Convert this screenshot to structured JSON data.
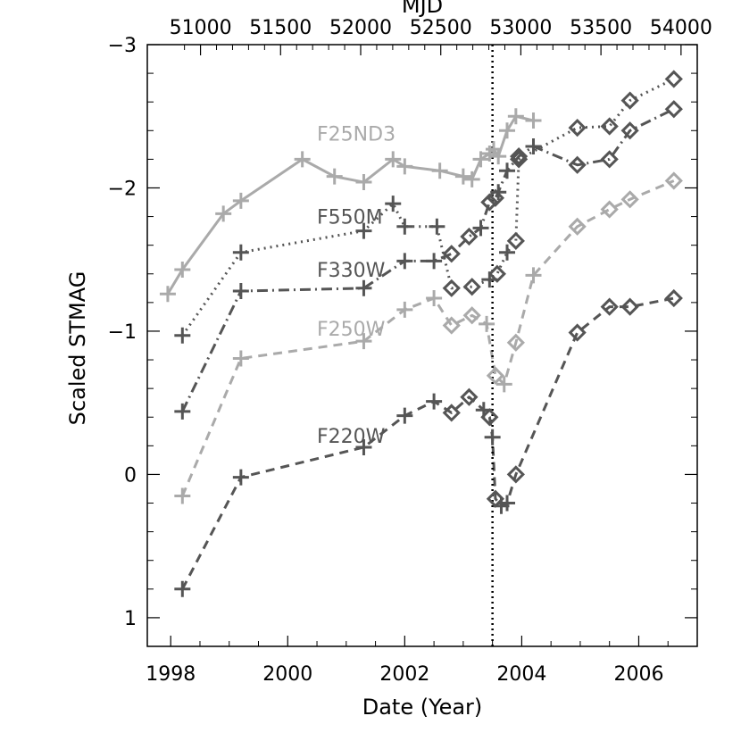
{
  "chart_data": {
    "type": "line",
    "xlabel": "Date (Year)",
    "ylabel": "Scaled STMAG",
    "top_xlabel": "MJD",
    "xlim": [
      1997.6,
      2007.0
    ],
    "ylim": [
      1.2,
      -3.0
    ],
    "y_inverted": true,
    "x_ticks": [
      1998,
      2000,
      2002,
      2004,
      2006
    ],
    "x_tick_labels": [
      "1998",
      "2000",
      "2002",
      "2004",
      "2006"
    ],
    "y_ticks": [
      1,
      0,
      -1,
      -2,
      -3
    ],
    "y_tick_labels": [
      "1",
      "0",
      "−1",
      "−2",
      "−3"
    ],
    "top_ticks": [
      51000,
      51500,
      52000,
      52500,
      53000,
      53500,
      54000
    ],
    "top_tick_labels": [
      "51000",
      "51500",
      "52000",
      "52500",
      "53000",
      "53500",
      "54000"
    ],
    "vertical_marker_x": 2003.5,
    "grid": false,
    "series": [
      {
        "name": "F25ND3",
        "color": "#aaaaaa",
        "dash": "solid",
        "points": [
          {
            "x": 1997.95,
            "y": -1.26,
            "m": "plus"
          },
          {
            "x": 1998.2,
            "y": -1.43,
            "m": "plus"
          },
          {
            "x": 1998.9,
            "y": -1.82,
            "m": "plus"
          },
          {
            "x": 1999.2,
            "y": -1.91,
            "m": "plus"
          },
          {
            "x": 2000.25,
            "y": -2.2,
            "m": "plus"
          },
          {
            "x": 2000.8,
            "y": -2.08,
            "m": "plus"
          },
          {
            "x": 2001.3,
            "y": -2.04,
            "m": "plus"
          },
          {
            "x": 2001.8,
            "y": -2.2,
            "m": "plus"
          },
          {
            "x": 2002.0,
            "y": -2.15,
            "m": "plus"
          },
          {
            "x": 2002.6,
            "y": -2.12,
            "m": "plus"
          },
          {
            "x": 2003.0,
            "y": -2.08,
            "m": "plus"
          },
          {
            "x": 2003.15,
            "y": -2.06,
            "m": "plus"
          },
          {
            "x": 2003.3,
            "y": -2.2,
            "m": "plus"
          },
          {
            "x": 2003.45,
            "y": -2.24,
            "m": "plus"
          },
          {
            "x": 2003.52,
            "y": -2.27,
            "m": "plus"
          },
          {
            "x": 2003.6,
            "y": -2.22,
            "m": "plus"
          },
          {
            "x": 2003.75,
            "y": -2.4,
            "m": "plus"
          },
          {
            "x": 2003.9,
            "y": -2.5,
            "m": "plus"
          },
          {
            "x": 2004.2,
            "y": -2.47,
            "m": "plus"
          }
        ]
      },
      {
        "name": "F550M",
        "color": "#555555",
        "dash": "dotted",
        "points": [
          {
            "x": 1998.2,
            "y": -0.97,
            "m": "plus"
          },
          {
            "x": 1999.2,
            "y": -1.55,
            "m": "plus"
          },
          {
            "x": 2001.3,
            "y": -1.7,
            "m": "plus"
          },
          {
            "x": 2001.8,
            "y": -1.89,
            "m": "plus"
          },
          {
            "x": 2002.0,
            "y": -1.73,
            "m": "plus"
          },
          {
            "x": 2002.55,
            "y": -1.73,
            "m": "plus"
          },
          {
            "x": 2002.8,
            "y": -1.3,
            "m": "diamond"
          },
          {
            "x": 2003.15,
            "y": -1.31,
            "m": "diamond"
          },
          {
            "x": 2003.45,
            "y": -1.36,
            "m": "plus"
          },
          {
            "x": 2003.58,
            "y": -1.4,
            "m": "diamond"
          },
          {
            "x": 2003.75,
            "y": -1.55,
            "m": "plus"
          },
          {
            "x": 2003.9,
            "y": -1.63,
            "m": "diamond"
          },
          {
            "x": 2003.95,
            "y": -2.2,
            "m": "diamond"
          },
          {
            "x": 2004.95,
            "y": -2.42,
            "m": "diamond"
          },
          {
            "x": 2005.5,
            "y": -2.43,
            "m": "diamond"
          },
          {
            "x": 2005.85,
            "y": -2.61,
            "m": "diamond"
          },
          {
            "x": 2006.6,
            "y": -2.76,
            "m": "diamond"
          }
        ]
      },
      {
        "name": "F330W",
        "color": "#555555",
        "dash": "dashdot",
        "points": [
          {
            "x": 1998.2,
            "y": -0.44,
            "m": "plus"
          },
          {
            "x": 1999.2,
            "y": -1.28,
            "m": "plus"
          },
          {
            "x": 2001.3,
            "y": -1.3,
            "m": "plus"
          },
          {
            "x": 2002.0,
            "y": -1.49,
            "m": "plus"
          },
          {
            "x": 2002.5,
            "y": -1.49,
            "m": "plus"
          },
          {
            "x": 2002.8,
            "y": -1.54,
            "m": "diamond"
          },
          {
            "x": 2003.1,
            "y": -1.66,
            "m": "diamond"
          },
          {
            "x": 2003.3,
            "y": -1.72,
            "m": "plus"
          },
          {
            "x": 2003.45,
            "y": -1.9,
            "m": "diamond"
          },
          {
            "x": 2003.55,
            "y": -1.93,
            "m": "diamond"
          },
          {
            "x": 2003.6,
            "y": -1.97,
            "m": "plus"
          },
          {
            "x": 2003.75,
            "y": -2.12,
            "m": "plus"
          },
          {
            "x": 2003.95,
            "y": -2.22,
            "m": "diamond"
          },
          {
            "x": 2004.2,
            "y": -2.29,
            "m": "plus"
          },
          {
            "x": 2004.95,
            "y": -2.16,
            "m": "diamond"
          },
          {
            "x": 2005.5,
            "y": -2.2,
            "m": "diamond"
          },
          {
            "x": 2005.85,
            "y": -2.4,
            "m": "diamond"
          },
          {
            "x": 2006.6,
            "y": -2.55,
            "m": "diamond"
          }
        ]
      },
      {
        "name": "F250W",
        "color": "#aaaaaa",
        "dash": "dashed",
        "points": [
          {
            "x": 1998.2,
            "y": 0.15,
            "m": "plus"
          },
          {
            "x": 1999.2,
            "y": -0.81,
            "m": "plus"
          },
          {
            "x": 2001.3,
            "y": -0.93,
            "m": "plus"
          },
          {
            "x": 2002.0,
            "y": -1.15,
            "m": "plus"
          },
          {
            "x": 2002.5,
            "y": -1.23,
            "m": "plus"
          },
          {
            "x": 2002.8,
            "y": -1.04,
            "m": "diamond"
          },
          {
            "x": 2003.15,
            "y": -1.11,
            "m": "diamond"
          },
          {
            "x": 2003.4,
            "y": -1.05,
            "m": "plus"
          },
          {
            "x": 2003.55,
            "y": -0.69,
            "m": "diamond"
          },
          {
            "x": 2003.7,
            "y": -0.63,
            "m": "plus"
          },
          {
            "x": 2003.9,
            "y": -0.92,
            "m": "diamond"
          },
          {
            "x": 2004.2,
            "y": -1.39,
            "m": "plus"
          },
          {
            "x": 2004.95,
            "y": -1.73,
            "m": "diamond"
          },
          {
            "x": 2005.5,
            "y": -1.85,
            "m": "diamond"
          },
          {
            "x": 2005.85,
            "y": -1.92,
            "m": "diamond"
          },
          {
            "x": 2006.6,
            "y": -2.05,
            "m": "diamond"
          }
        ]
      },
      {
        "name": "F220W",
        "color": "#555555",
        "dash": "dashed",
        "points": [
          {
            "x": 1998.2,
            "y": 0.8,
            "m": "plus"
          },
          {
            "x": 1999.2,
            "y": 0.02,
            "m": "plus"
          },
          {
            "x": 2001.3,
            "y": -0.19,
            "m": "plus"
          },
          {
            "x": 2002.0,
            "y": -0.41,
            "m": "plus"
          },
          {
            "x": 2002.5,
            "y": -0.51,
            "m": "plus"
          },
          {
            "x": 2002.8,
            "y": -0.43,
            "m": "diamond"
          },
          {
            "x": 2003.1,
            "y": -0.54,
            "m": "diamond"
          },
          {
            "x": 2003.35,
            "y": -0.45,
            "m": "plus"
          },
          {
            "x": 2003.45,
            "y": -0.4,
            "m": "diamond"
          },
          {
            "x": 2003.5,
            "y": -0.26,
            "m": "plus"
          },
          {
            "x": 2003.55,
            "y": 0.17,
            "m": "diamond"
          },
          {
            "x": 2003.65,
            "y": 0.22,
            "m": "plus"
          },
          {
            "x": 2003.75,
            "y": 0.2,
            "m": "plus"
          },
          {
            "x": 2003.9,
            "y": 0.0,
            "m": "diamond"
          },
          {
            "x": 2004.95,
            "y": -0.99,
            "m": "diamond"
          },
          {
            "x": 2005.5,
            "y": -1.17,
            "m": "diamond"
          },
          {
            "x": 2005.85,
            "y": -1.17,
            "m": "diamond"
          },
          {
            "x": 2006.6,
            "y": -1.23,
            "m": "diamond"
          }
        ]
      }
    ],
    "series_labels": [
      {
        "text": "F25ND3",
        "x": 2000.5,
        "y": -2.33,
        "color": "#aaaaaa"
      },
      {
        "text": "F550M",
        "x": 2000.5,
        "y": -1.75,
        "color": "#555555"
      },
      {
        "text": "F330W",
        "x": 2000.5,
        "y": -1.38,
        "color": "#555555"
      },
      {
        "text": "F250W",
        "x": 2000.5,
        "y": -0.97,
        "color": "#aaaaaa"
      },
      {
        "text": "F220W",
        "x": 2000.5,
        "y": -0.22,
        "color": "#555555"
      }
    ]
  }
}
